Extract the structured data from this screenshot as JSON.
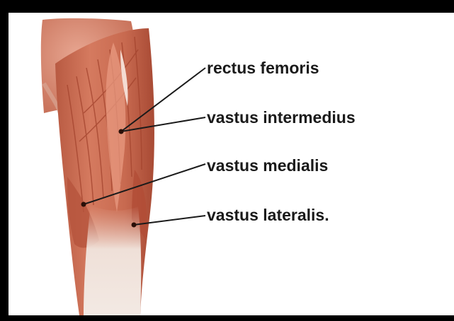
{
  "diagram": {
    "labels": [
      {
        "id": "rectus-femoris",
        "text": "rectus femoris"
      },
      {
        "id": "vastus-intermedius",
        "text": "vastus intermedius"
      },
      {
        "id": "vastus-medialis",
        "text": "vastus medialis"
      },
      {
        "id": "vastus-lateralis",
        "text": "vastus lateralis."
      }
    ]
  },
  "colors": {
    "frame": "#000000",
    "background": "#ffffff",
    "muscle": "#c9634a",
    "muscle_dark": "#9d3d2a",
    "tendon": "#e9d8cf",
    "label_text": "#1a1a1a"
  }
}
